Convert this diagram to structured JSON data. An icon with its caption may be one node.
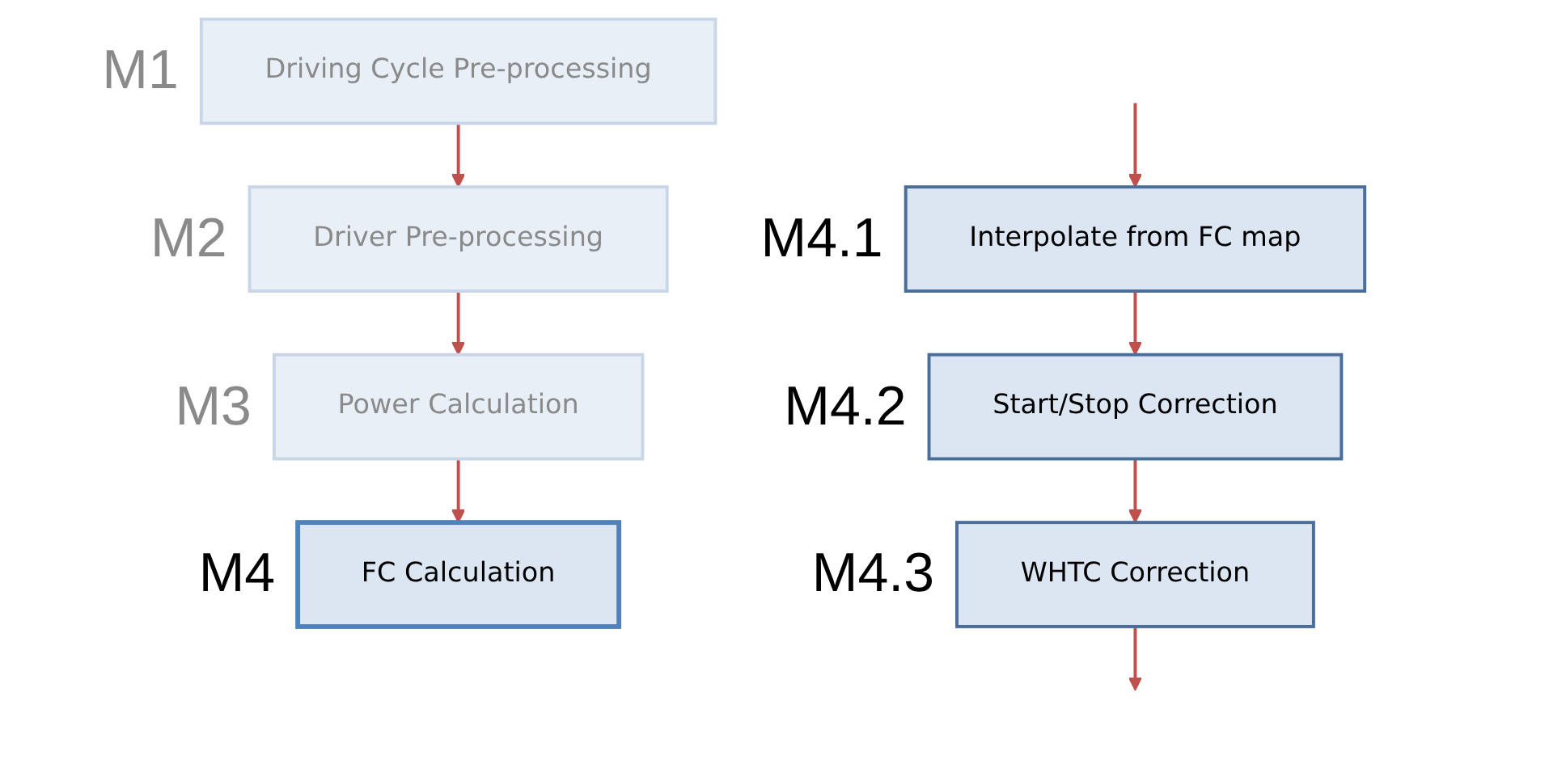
{
  "diagram": {
    "nodes": [
      {
        "text": [
          "Driving Cycle Pre-processing"
        ],
        "beside": [
          "M1"
        ]
      },
      {
        "text": [
          "Driver Pre-processing"
        ],
        "beside": [
          "M2"
        ]
      },
      {
        "text": [
          "Power Calculation"
        ],
        "beside": [
          "M3"
        ]
      },
      {
        "text": [
          "FC Calculation"
        ],
        "beside": [
          "M4"
        ]
      },
      {
        "text": [
          "Interpolate from FC map"
        ],
        "beside": [
          "M4.1"
        ]
      },
      {
        "text": [
          "Start/Stop Correction"
        ],
        "beside": [
          "M4.2"
        ]
      },
      {
        "text": [
          "WHTC Correction"
        ],
        "beside": [
          "M4.3"
        ]
      }
    ],
    "edges": [
      {
        "from": 0,
        "to": 1,
        "arrow": "to"
      },
      {
        "from": 1,
        "to": 2,
        "arrow": "to"
      },
      {
        "from": 2,
        "to": 3,
        "arrow": "to"
      },
      {
        "from": null,
        "to": 4,
        "arrow": "to"
      },
      {
        "from": 4,
        "to": 5,
        "arrow": "to"
      },
      {
        "from": 5,
        "to": 6,
        "arrow": "to"
      },
      {
        "from": 6,
        "to": null,
        "arrow": "to"
      }
    ]
  }
}
